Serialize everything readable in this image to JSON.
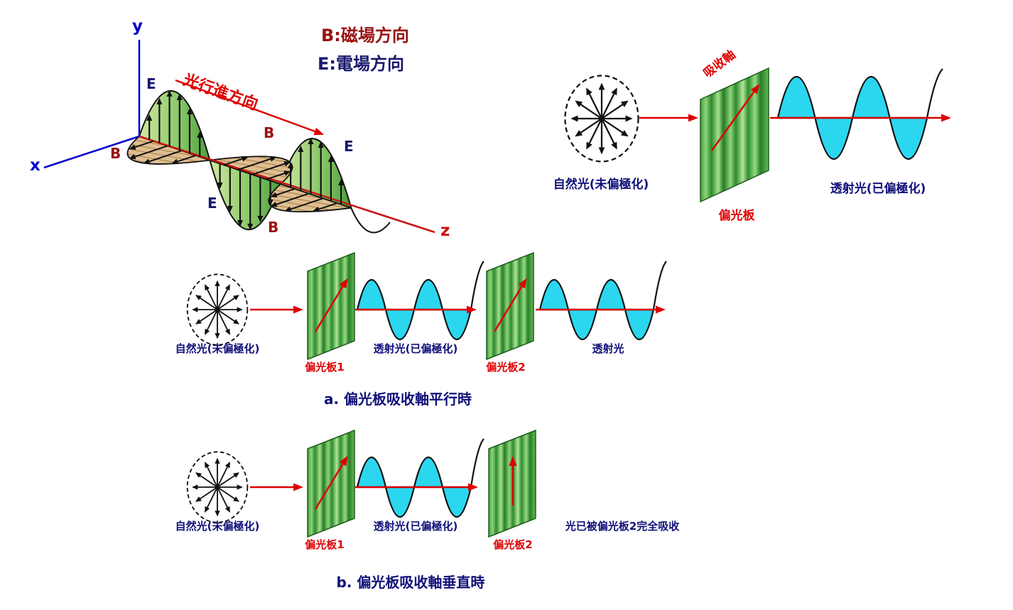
{
  "colors": {
    "axis_blue": "#0000cc",
    "z_axis_red": "#cc1111",
    "beam_red": "#dd0000",
    "e_text_blue": "#10107a",
    "b_text_red": "#991111",
    "label_red": "#e00000",
    "wave_cyan": "#2bd7ef",
    "e_lobe_green": "#6ab54e",
    "b_lobe_tan": "#ddbe90",
    "polarizer_green": "#3f9e3f"
  },
  "em": {
    "axis_x": "x",
    "axis_y": "y",
    "axis_z": "z",
    "legend_b": "B:磁場方向",
    "legend_e": "E:電場方向",
    "propagation": "光行進方向",
    "e_label": "E",
    "b_label": "B"
  },
  "single": {
    "natural": "自然光(未偏極化)",
    "absorption_axis": "吸收軸",
    "polarizer": "偏光板",
    "transmitted": "透射光(已偏極化)"
  },
  "parallel": {
    "natural": "自然光(未偏極化)",
    "polarizer1": "偏光板1",
    "transmitted1": "透射光(已偏極化)",
    "polarizer2": "偏光板2",
    "transmitted2": "透射光",
    "caption": "a. 偏光板吸收軸平行時"
  },
  "perpendicular": {
    "natural": "自然光(未偏極化)",
    "polarizer1": "偏光板1",
    "transmitted1": "透射光(已偏極化)",
    "polarizer2": "偏光板2",
    "absorbed": "光已被偏光板2完全吸收",
    "caption": "b. 偏光板吸收軸垂直時"
  }
}
